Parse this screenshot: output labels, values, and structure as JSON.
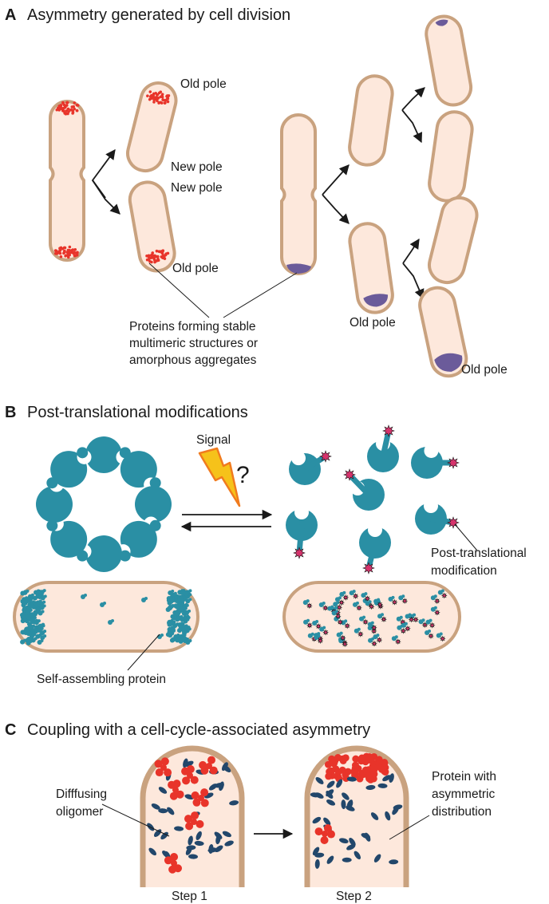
{
  "panel_a": {
    "letter": "A",
    "title": "Asymmetry generated by cell division",
    "labels": {
      "old_pole_top": "Old pole",
      "new_pole_1": "New pole",
      "new_pole_2": "New pole",
      "old_pole_bottom": "Old pole",
      "old_pole_mid": "Old pole",
      "old_pole_right": "Old pole"
    },
    "callout": [
      "Proteins forming stable",
      "multimeric structures or",
      "amorphous aggregates"
    ]
  },
  "panel_b": {
    "letter": "B",
    "title": "Post-translational modifications",
    "signal": "Signal",
    "question": "?",
    "ptm_label": [
      "Post-translational",
      "modification"
    ],
    "self_assembling": "Self-assembling protein"
  },
  "panel_c": {
    "letter": "C",
    "title": "Coupling with a cell-cycle-associated asymmetry",
    "oligomer_label": [
      "Difffusing",
      "oligomer"
    ],
    "protein_label": [
      "Protein with",
      "asymmetric",
      "distribution"
    ],
    "step1": "Step 1",
    "step2": "Step 2"
  },
  "colors": {
    "cell_fill": "#fde8dc",
    "cell_wall": "#c9a27f",
    "aggregate_red": "#e8342a",
    "aggregate_purple": "#6b5b9a",
    "protein_teal": "#2a8fa4",
    "ptm_magenta": "#d6336c",
    "protein_navy": "#22476b",
    "bolt_yellow": "#f6c21a",
    "bolt_orange": "#f07b1e"
  }
}
